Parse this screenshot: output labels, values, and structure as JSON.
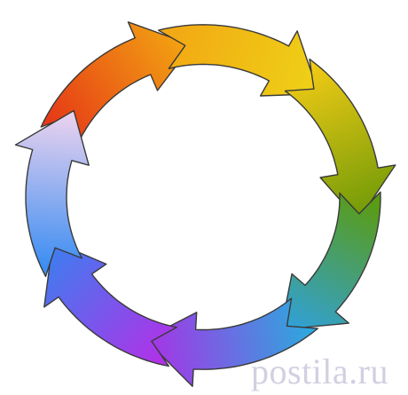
{
  "diagram": {
    "type": "cycle",
    "arrow_count": 7,
    "direction": "clockwise",
    "arrow_colors": [
      {
        "from": "#e63b16",
        "to": "#f3a612"
      },
      {
        "from": "#f2a814",
        "to": "#eed216"
      },
      {
        "from": "#eec915",
        "to": "#6f9a08"
      },
      {
        "from": "#5a9c12",
        "to": "#2fa1e0"
      },
      {
        "from": "#2fa6de",
        "to": "#a832e6"
      },
      {
        "from": "#b032e8",
        "to": "#3b7ff0"
      },
      {
        "from": "#3d8ef2",
        "to": "#efd4ee"
      }
    ],
    "outline_color": "#3a3a3a"
  },
  "watermark": {
    "text": "postila.ru",
    "color": "#aaaac8"
  }
}
